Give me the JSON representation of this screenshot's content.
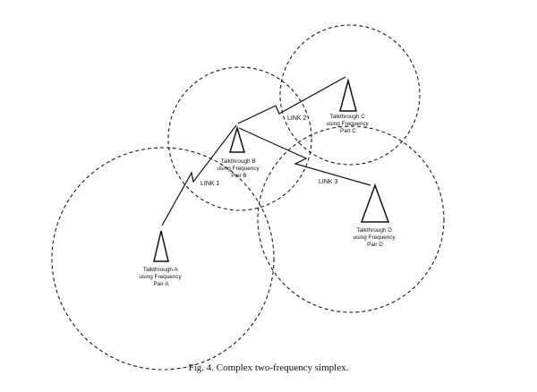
{
  "caption": "Fig. 4. Complex two-frequency simplex.",
  "links": {
    "link1": "LINK 1",
    "link2": "LINK 2",
    "link3": "LINK 3"
  },
  "towers": {
    "a": [
      "Talkthrough A",
      "using Frequency",
      "Pair A"
    ],
    "b": [
      "Talkthrough B",
      "using Frequency",
      "Pair B"
    ],
    "c": [
      "Talkthrough C",
      "using Frequency",
      "Part C"
    ],
    "d": [
      "Talkthrough D",
      "using Frequency",
      "Pair D"
    ]
  }
}
